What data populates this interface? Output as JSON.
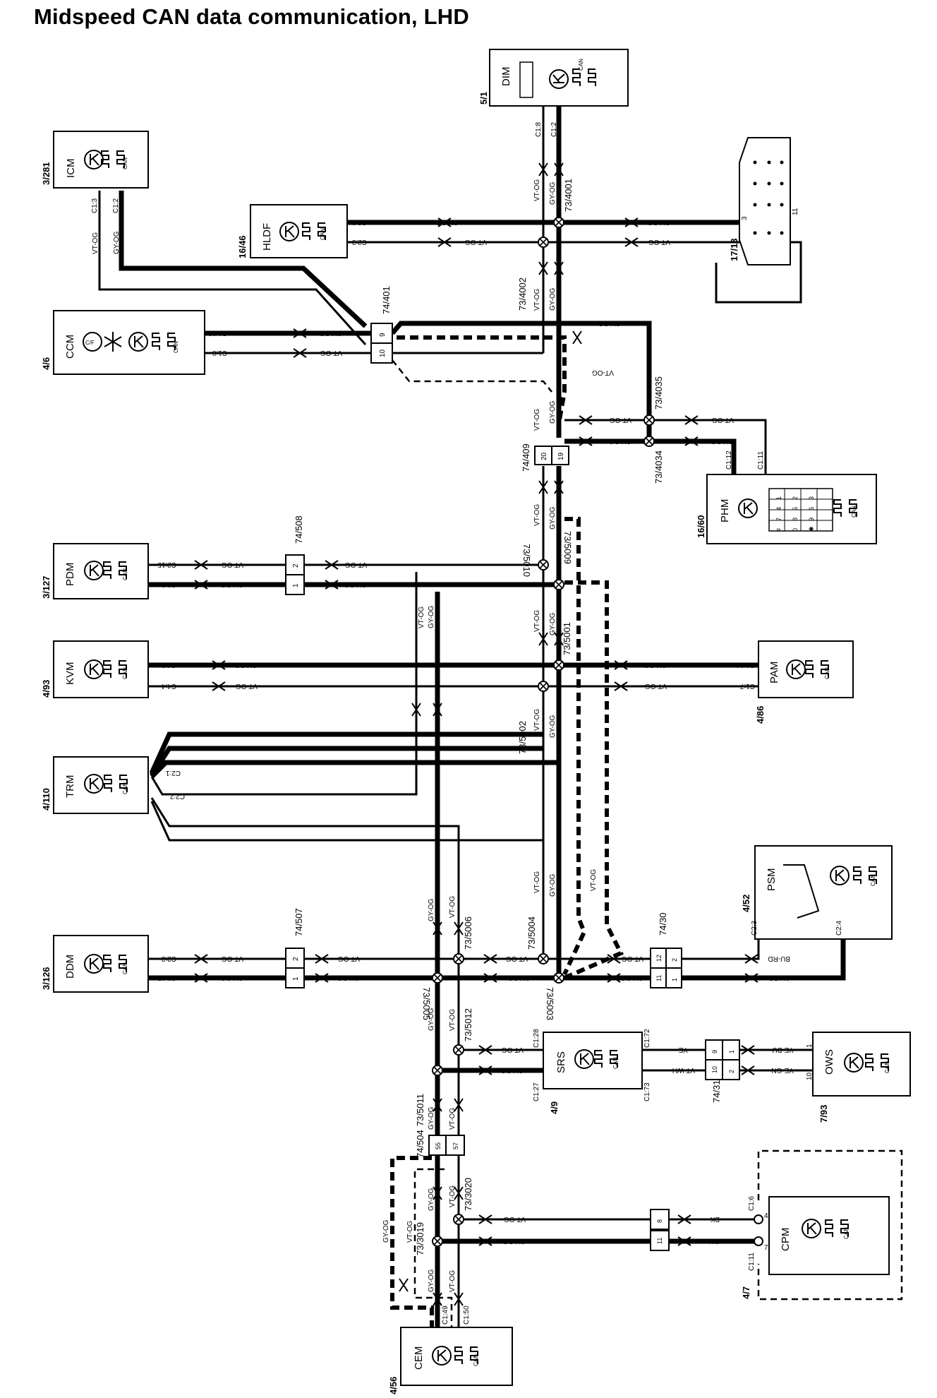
{
  "title": "Midspeed CAN data communication, LHD",
  "modules": [
    {
      "id": "dim",
      "name": "DIM",
      "ref": "5/1"
    },
    {
      "id": "icm",
      "name": "ICM",
      "ref": "3/281"
    },
    {
      "id": "hldf",
      "name": "HLDF",
      "ref": "16/46"
    },
    {
      "id": "ccm",
      "name": "CCM",
      "ref": "4/6"
    },
    {
      "id": "phm",
      "name": "PHM",
      "ref": "16/60"
    },
    {
      "id": "pdm",
      "name": "PDM",
      "ref": "3/127"
    },
    {
      "id": "kvm",
      "name": "KVM",
      "ref": "4/93"
    },
    {
      "id": "pam",
      "name": "PAM",
      "ref": "4/86"
    },
    {
      "id": "trm",
      "name": "TRM",
      "ref": "4/110"
    },
    {
      "id": "psm",
      "name": "PSM",
      "ref": "4/52"
    },
    {
      "id": "ddm",
      "name": "DDM",
      "ref": "3/126"
    },
    {
      "id": "srs",
      "name": "SRS",
      "ref": "4/9"
    },
    {
      "id": "ows",
      "name": "OWS",
      "ref": "7/93"
    },
    {
      "id": "cpm",
      "name": "CPM",
      "ref": "4/7"
    },
    {
      "id": "cem",
      "name": "CEM",
      "ref": "4/56"
    }
  ],
  "can_label": "CAN",
  "k_symbol": "K",
  "ccm_symbol": "C/F",
  "obd_connector": {
    "ref": "17/13",
    "pins": [
      "3",
      "11"
    ]
  },
  "phm_keypad": [
    "1",
    "2",
    "3",
    "4",
    "5",
    "6",
    "7",
    "8",
    "9",
    "#",
    "0",
    "✱"
  ],
  "wire_colors": {
    "high": "GY-OG",
    "low": "VT-OG",
    "ye": "YE",
    "vt_wh": "VT-WH",
    "ye_bu": "YE-BU",
    "ye_gn": "YE-GN",
    "bu_rd": "BU-RD",
    "gy_rd": "GY-RD",
    "bk": "BK",
    "gn": "GN"
  },
  "splices": [
    "73/4001",
    "73/4002",
    "73/4035",
    "73/4034",
    "73/5010",
    "73/5009",
    "73/5001",
    "73/5002",
    "73/5004",
    "73/5006",
    "73/5005",
    "73/5003",
    "73/5012",
    "73/5011",
    "73/3020",
    "73/3019"
  ],
  "connectors": [
    "74/401",
    "74/409",
    "74/508",
    "74/507",
    "74/30",
    "74/31",
    "74/504"
  ],
  "connector_pins": {
    "c74_401": [
      "9",
      "10"
    ],
    "c74_409": [
      "20",
      "19"
    ],
    "c74_508": [
      "2",
      "1"
    ],
    "c74_507": [
      "2",
      "1"
    ],
    "c74_30": [
      "12",
      "11",
      "2",
      "1"
    ],
    "c74_31": [
      "9",
      "10",
      "1",
      "2"
    ],
    "c74_504": [
      "55",
      "57"
    ],
    "c_cpm_side": [
      "8",
      "11"
    ]
  },
  "pin_labels": {
    "dim_a": "C1:8",
    "dim_b": "C1:2",
    "icm_a": "C1:3",
    "icm_b": "C1:2",
    "hldf_a": "C2:2",
    "hldf_b": "C2:3",
    "ccm_a": "C1:10",
    "ccm_b": "C1:8",
    "phm_a": "C1:12",
    "phm_b": "C1:11",
    "pdm_a": "C2:15",
    "pdm_b": "C2:3",
    "kvm_a": "C4:3",
    "kvm_b": "C4:4",
    "pam_a": "C1:14",
    "pam_b": "C1:7",
    "trm_a": "C2:1",
    "trm_b": "C2:2",
    "psm_a": "C2:3",
    "psm_b": "C2:4",
    "ddm_a": "C2:3",
    "ddm_b": "C2:15",
    "srs_a": "C1:28",
    "srs_b": "C1:27",
    "srs_c": "C1:72",
    "srs_d": "C1:73",
    "ows_a": "1",
    "ows_b": "10",
    "cpm_a": "C1:6",
    "cpm_b": "C1:11",
    "cpm_pin_a": "4",
    "cpm_pin_b": "7",
    "cem_a": "C1:49",
    "cem_b": "C1:50"
  }
}
